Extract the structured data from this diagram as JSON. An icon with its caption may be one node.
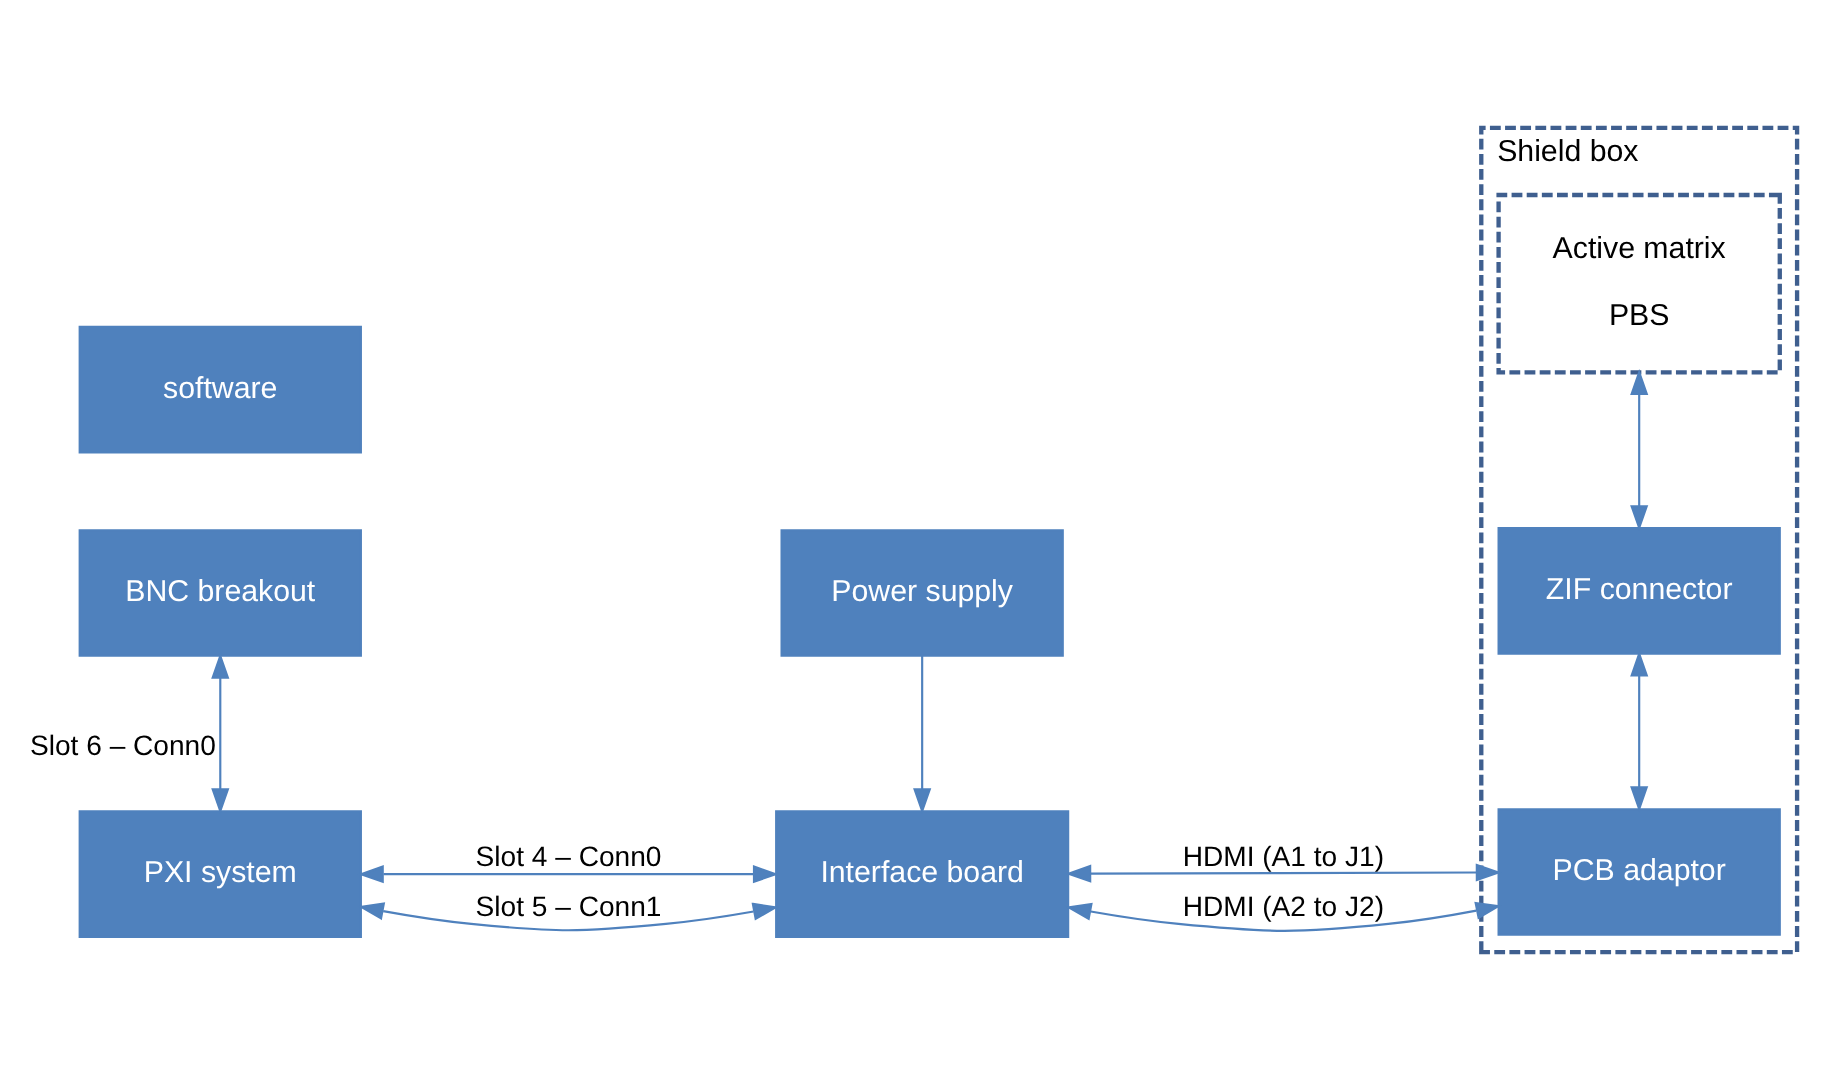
{
  "diagram": {
    "nodes": [
      {
        "text": [
          "BNC breakout"
        ]
      },
      {
        "text": [
          "Power supply"
        ]
      },
      {
        "text": [
          "PXI system"
        ]
      },
      {
        "text": [
          "Interface board"
        ]
      },
      {
        "text": [
          "software"
        ]
      },
      {
        "text": [
          "Shield box"
        ]
      },
      {
        "text": [
          "PCB adaptor"
        ],
        "in": 5
      },
      {
        "text": [
          "ZIF connector"
        ],
        "in": 5
      },
      {
        "text": [
          "Active matrix",
          "PBS"
        ],
        "in": 5
      }
    ],
    "edges": [
      {
        "from": 0,
        "to": 2,
        "arrow": "both",
        "label": "Slot 6 – Conn0"
      },
      {
        "from": 1,
        "to": 3,
        "arrow": "to"
      },
      {
        "from": 2,
        "to": 3,
        "arrow": "both",
        "label": "Slot 4 – Conn0"
      },
      {
        "from": 2,
        "to": 3,
        "arrow": "both",
        "label": "Slot 5 – Conn1"
      },
      {
        "from": 3,
        "to": 6,
        "arrow": "both",
        "label": "HDMI (A1 to J1)"
      },
      {
        "from": 3,
        "to": 6,
        "arrow": "both",
        "label": "HDMI (A2 to J2)"
      },
      {
        "from": 6,
        "to": 7,
        "arrow": "both"
      },
      {
        "from": 7,
        "to": 8,
        "arrow": "both"
      }
    ]
  }
}
